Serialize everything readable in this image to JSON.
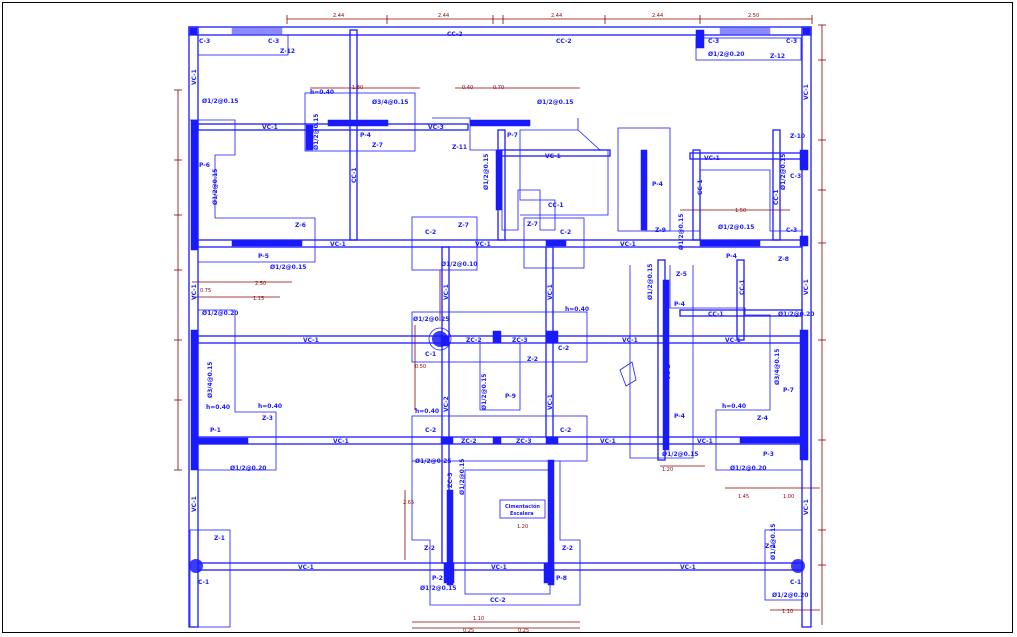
{
  "drawing": {
    "beams": {
      "cc2_top_left": "CC-2",
      "cc2_top_right": "CC-2",
      "cc2_bottom": "CC-2",
      "cc1_inner": "CC-1",
      "cc1_right": "CC-1",
      "vc1": "VC-1",
      "vc2": "VC-2",
      "vc3": "VC-3",
      "zc2": "ZC-2",
      "zc3": "ZC-3"
    },
    "columns": {
      "c1": "C-1",
      "c2": "C-2",
      "c3": "C-3"
    },
    "footings": {
      "z1": "Z-1",
      "z2": "Z-2",
      "z3": "Z-3",
      "z4": "Z-4",
      "z5": "Z-5",
      "z6": "Z-6",
      "z7": "Z-7",
      "z8": "Z-8",
      "z9": "Z-9",
      "z10": "Z-10",
      "z11": "Z-11",
      "z12": "Z-12"
    },
    "plates": {
      "p1": "P-1",
      "p2": "P-2",
      "p3": "P-3",
      "p4": "P-4",
      "p5": "P-5",
      "p6": "P-6",
      "p7": "P-7",
      "p8": "P-8",
      "p9": "P-9"
    },
    "rebar": {
      "r1": "Ø1/2@0.15",
      "r2": "Ø1/2@0.10",
      "r3": "Ø1/2@0.20",
      "r4": "Ø3/4@0.15",
      "r5": "Ø1/2@0.25",
      "h": "h=0.40"
    },
    "dims": {
      "d244": "2.44",
      "d250": "2.50",
      "d075": "0.75",
      "d120": "1.20",
      "d145": "1.45",
      "d150": "1.50",
      "d100": "1.00",
      "d040": "0.40",
      "d070": "0.70",
      "d180": "1.80",
      "d265": "2.65",
      "d115": "1.15",
      "d025": "0.25",
      "d050": "0.50",
      "d110": "1.10"
    },
    "note": {
      "line1": "Cimentación",
      "line2": "Escalera"
    }
  }
}
